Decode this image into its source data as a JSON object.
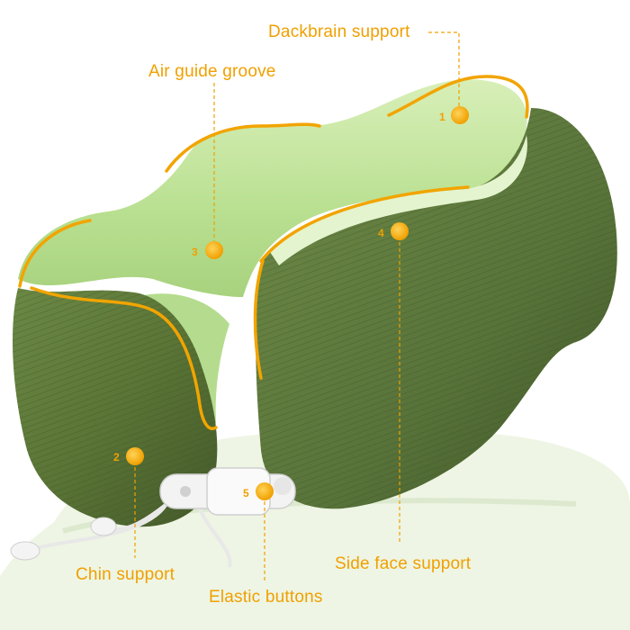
{
  "image": {
    "subject": "Green U-shaped memory foam neck pillow with knit cover and elastic toggle buttons",
    "accent_color": "#f0a000",
    "foam_color": "#bfe39a",
    "cover_color": "#5f7a3a"
  },
  "callouts": [
    {
      "number": "1",
      "label": "Dackbrain support"
    },
    {
      "number": "2",
      "label": "Chin support"
    },
    {
      "number": "3",
      "label": "Air guide groove"
    },
    {
      "number": "4",
      "label": "Side face support"
    },
    {
      "number": "5",
      "label": "Elastic buttons"
    }
  ]
}
